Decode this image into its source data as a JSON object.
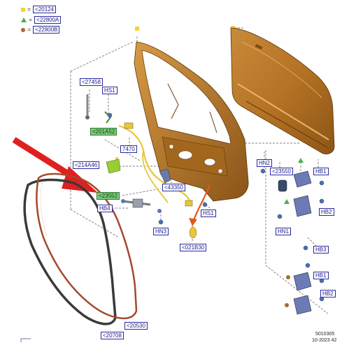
{
  "legend": [
    {
      "symbol": "square",
      "color": "#f2d338",
      "code": "<20124"
    },
    {
      "symbol": "triangle",
      "color": "#4caf50",
      "code": "<22800A"
    },
    {
      "symbol": "circle",
      "color": "#a86a2a",
      "code": "<22800B"
    }
  ],
  "callouts": {
    "c27458": "<27458",
    "hs1_top": "HS1",
    "c201a52": "<201A52",
    "c7470": "7470",
    "c214a46": "<214A46",
    "c23552": "<23552",
    "hb4": "HB4",
    "hn3": "HN3",
    "c43350": "<43350",
    "hs1_mid": "HS1",
    "c021b30": "<021B30",
    "hn2": "HN2",
    "c23550": "<23550",
    "hb1_top": "HB1",
    "hb2_top": "HB2",
    "hn1": "HN1",
    "hb3": "HB3",
    "hb1_bot": "HB1",
    "hb2_bot": "HB2",
    "c20708": "<20708",
    "c20530": "<20530"
  },
  "footer": {
    "code": "5010305",
    "date": "10-2023 42"
  }
}
